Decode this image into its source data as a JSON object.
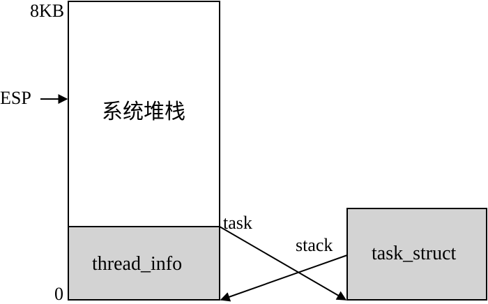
{
  "labels": {
    "top_size": "8KB",
    "bottom_zero": "0",
    "esp": "ESP",
    "system_stack": "系统堆栈",
    "thread_info": "thread_info",
    "task_struct": "task_struct",
    "task_pointer": "task",
    "stack_pointer": "stack"
  },
  "colors": {
    "stack_fill": "#ffffff",
    "thread_info_fill": "#d3d3d3",
    "task_struct_fill": "#d3d3d3",
    "stroke": "#000000"
  }
}
